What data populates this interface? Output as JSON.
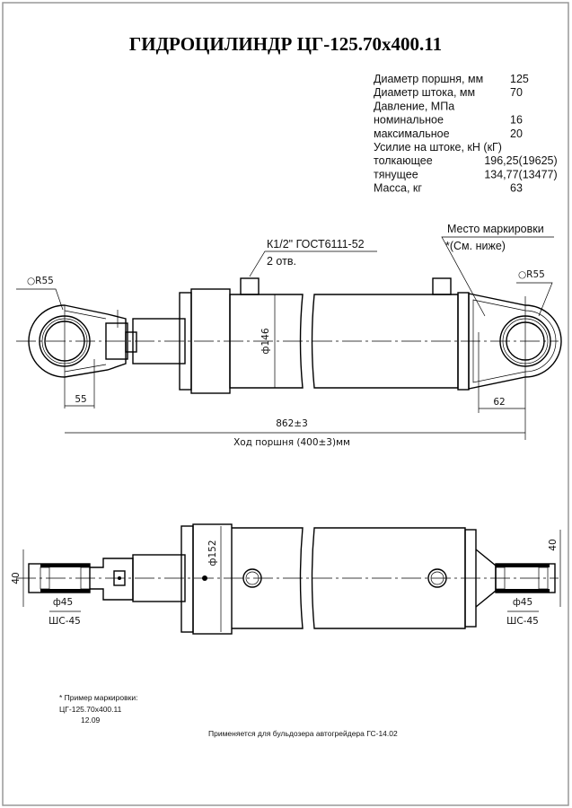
{
  "title": "ГИДРОЦИЛИНДР  ЦГ-125.70х400.11",
  "specs": [
    {
      "label": "Диаметр поршня, мм",
      "value": "125"
    },
    {
      "label": "Диаметр штока, мм",
      "value": "70"
    },
    {
      "label": "Давление, МПа",
      "value": ""
    },
    {
      "label": "номинальное",
      "value": "16"
    },
    {
      "label": "максимальное",
      "value": "20"
    },
    {
      "label": "Усилие на штоке, кН (кГ)",
      "value": ""
    },
    {
      "label": "толкающее",
      "value": "196,25(19625)"
    },
    {
      "label": "тянущее",
      "value": "134,77(13477)"
    },
    {
      "label": "Масса, кг",
      "value": "63"
    }
  ],
  "callouts": {
    "port_thread": "К1/2\" ГОСТ6111-52",
    "port_count": "2 отв.",
    "marking_place": "Место маркировки",
    "marking_ref": "*(См. ниже)",
    "sphere_left": "○R55",
    "sphere_right": "○R55"
  },
  "dimensions": {
    "eye_left": "55",
    "eye_right": "62",
    "overall": "862±3",
    "stroke": "Ход поршня (400±3)мм",
    "tube_dia": "ф146",
    "collar_dia": "ф152",
    "width_left": "40",
    "width_right": "40",
    "bore_left": "ф45",
    "bore_right": "ф45",
    "bearing_left": "ШС-45",
    "bearing_right": "ШС-45"
  },
  "notes": {
    "marking_example_title": "* Пример маркировки:",
    "marking_example_code": "ЦГ-125.70х400.11",
    "marking_example_date": "12.09",
    "application": "Применяется для бульдозера автогрейдера ГС-14.02"
  }
}
